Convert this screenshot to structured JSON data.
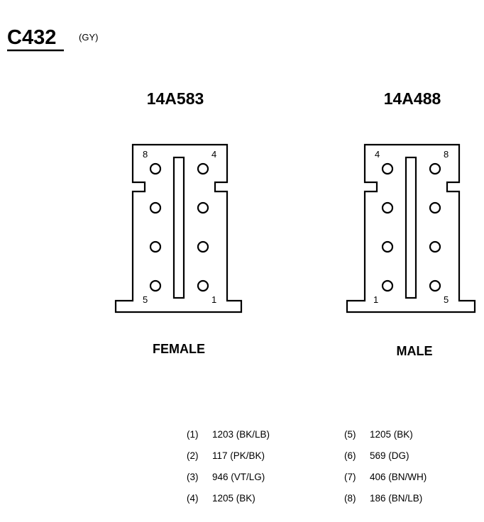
{
  "connector": {
    "id": "C432",
    "color_code": "(GY)"
  },
  "female": {
    "part_number": "14A583",
    "label": "FEMALE",
    "pin_labels": {
      "top_left": "8",
      "top_right": "4",
      "bottom_left": "5",
      "bottom_right": "1"
    }
  },
  "male": {
    "part_number": "14A488",
    "label": "MALE",
    "pin_labels": {
      "top_left": "4",
      "top_right": "8",
      "bottom_left": "1",
      "bottom_right": "5"
    }
  },
  "pinout_left": [
    {
      "pin": "(1)",
      "circuit": "1203 (BK/LB)"
    },
    {
      "pin": "(2)",
      "circuit": "117 (PK/BK)"
    },
    {
      "pin": "(3)",
      "circuit": "946 (VT/LG)"
    },
    {
      "pin": "(4)",
      "circuit": "1205 (BK)"
    }
  ],
  "pinout_right": [
    {
      "pin": "(5)",
      "circuit": "1205 (BK)"
    },
    {
      "pin": "(6)",
      "circuit": "569 (DG)"
    },
    {
      "pin": "(7)",
      "circuit": "406 (BN/WH)"
    },
    {
      "pin": "(8)",
      "circuit": "186 (BN/LB)"
    }
  ]
}
